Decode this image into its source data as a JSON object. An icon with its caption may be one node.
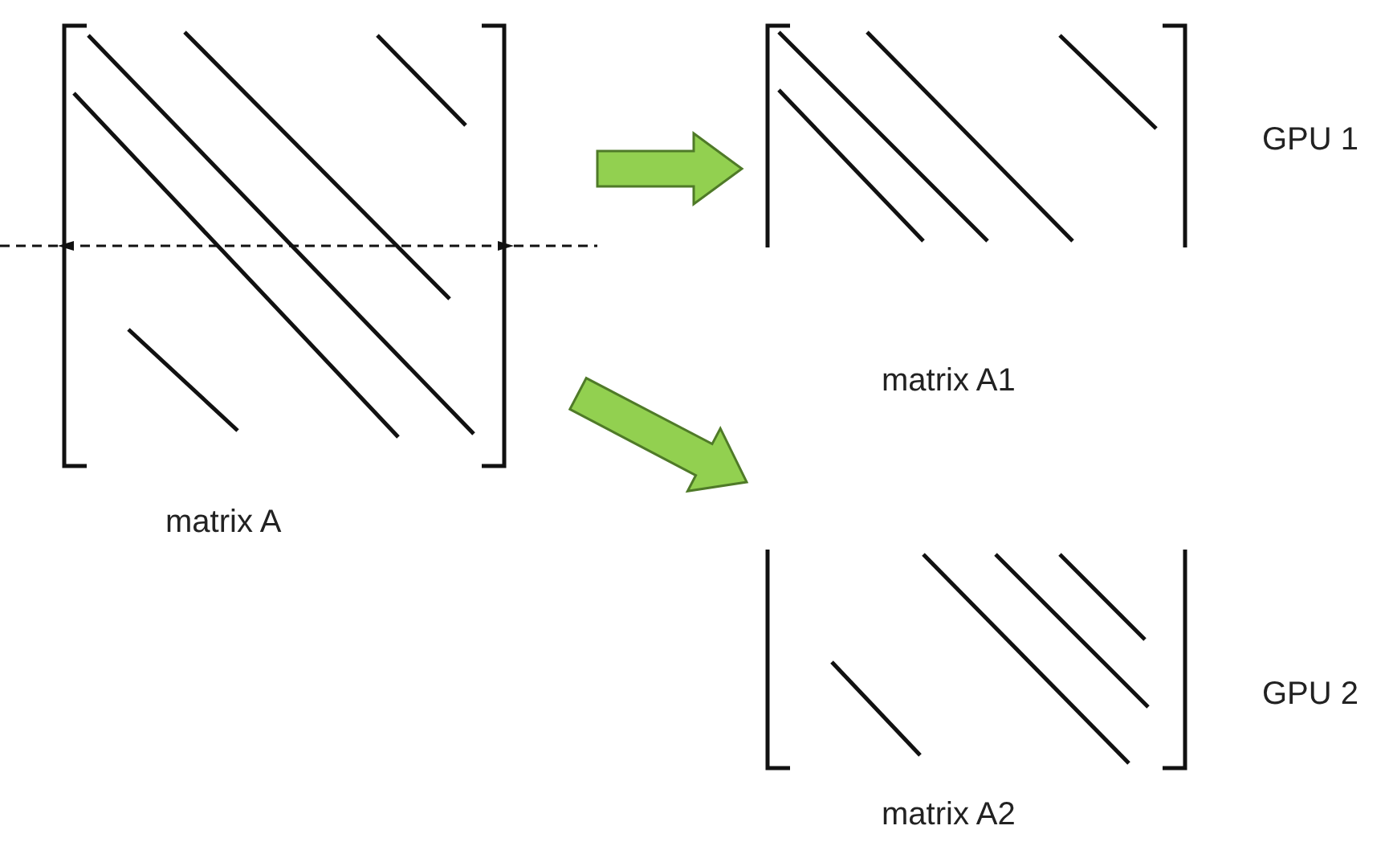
{
  "diagram": {
    "nodes": [
      {
        "text": [],
        "shape": "picture",
        "beside": [
          "matrix A"
        ]
      },
      {
        "text": [],
        "shape": "picture",
        "beside": [
          "GPU 1",
          "matrix A1"
        ]
      },
      {
        "text": [],
        "shape": "picture",
        "beside": [
          "GPU 2",
          "matrix A2"
        ]
      }
    ],
    "edges": [
      {
        "from": 0,
        "to": 1,
        "arrow": "to",
        "style": "thick",
        "color": "#92d050"
      },
      {
        "from": 0,
        "to": 2,
        "arrow": "to",
        "style": "thick",
        "color": "#92d050"
      }
    ]
  }
}
